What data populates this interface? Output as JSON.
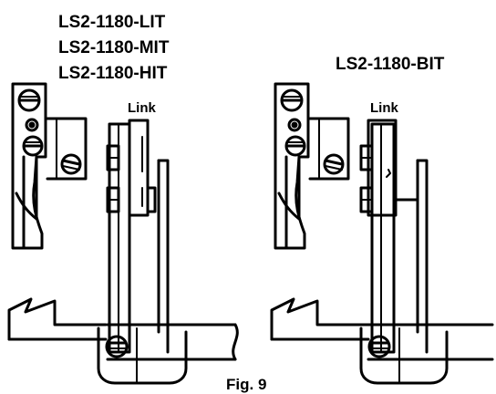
{
  "left_diagram": {
    "models": [
      "LS2-1180-LIT",
      "LS2-1180-MIT",
      "LS2-1180-HIT"
    ],
    "link_label": "Link"
  },
  "right_diagram": {
    "model": "LS2-1180-BIT",
    "link_label": "Link"
  },
  "figure_caption": "Fig. 9"
}
